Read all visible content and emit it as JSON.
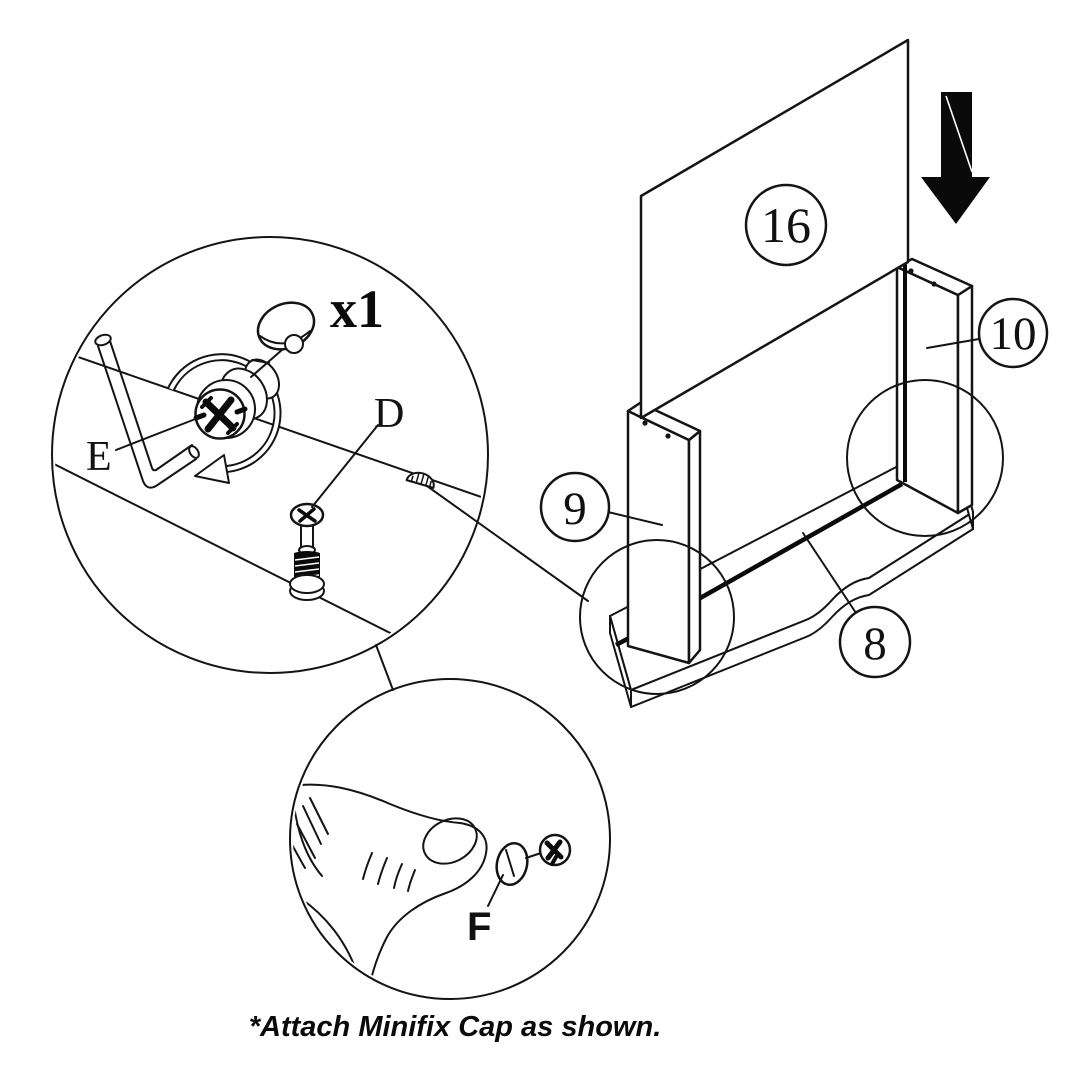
{
  "diagram": {
    "caption": "*Attach Minifix Cap as shown.",
    "quantity_note": "x1",
    "part_labels": {
      "back_panel": "16",
      "right_panel": "10",
      "left_panel": "9",
      "base_panel": "8"
    },
    "hardware_labels": {
      "cam_lock": "E",
      "cam_bolt": "D",
      "minifix_cap": "F"
    },
    "colors": {
      "background": "#ffffff",
      "line": "#141414",
      "arrow_fill": "#0a0a0a"
    },
    "icons": [
      "down-arrow-icon",
      "rotation-arrow-icon",
      "hex-key-icon",
      "cam-lock-icon",
      "minifix-cap-icon",
      "minifix-bolt-icon",
      "thumb-press-icon"
    ]
  }
}
